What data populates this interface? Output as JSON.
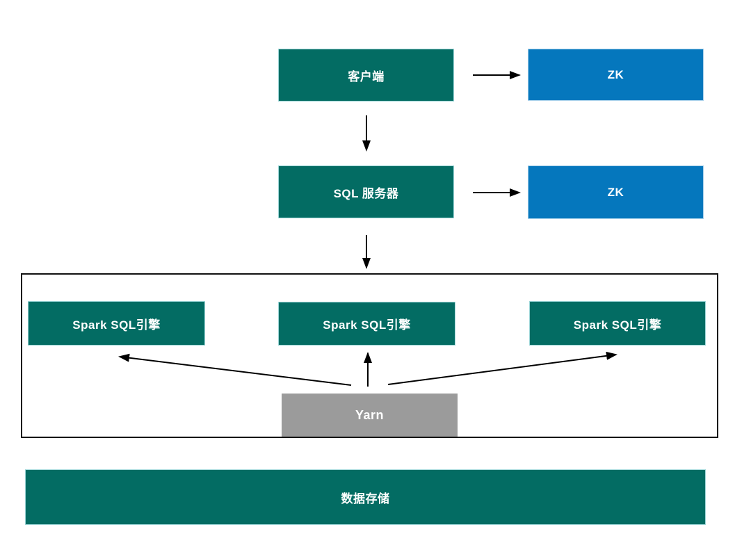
{
  "diagram": {
    "nodes": {
      "client": {
        "label": "客户端",
        "color": "#036c63"
      },
      "zk_top": {
        "label": "ZK",
        "color": "#0577bd"
      },
      "sql_server": {
        "label": "SQL 服务器",
        "color": "#036c63"
      },
      "zk_middle": {
        "label": "ZK",
        "color": "#0577bd"
      },
      "spark_engine_1": {
        "label": "Spark SQL引擎",
        "color": "#036c63"
      },
      "spark_engine_2": {
        "label": "Spark SQL引擎",
        "color": "#036c63"
      },
      "spark_engine_3": {
        "label": "Spark SQL引擎",
        "color": "#036c63"
      },
      "yarn": {
        "label": "Yarn",
        "color": "#9b9b9b"
      },
      "data_storage": {
        "label": "数据存储",
        "color": "#036c63"
      }
    },
    "edges": [
      {
        "from": "client",
        "to": "zk_top"
      },
      {
        "from": "client",
        "to": "sql_server"
      },
      {
        "from": "sql_server",
        "to": "zk_middle"
      },
      {
        "from": "sql_server",
        "to": "engine_cluster"
      },
      {
        "from": "yarn",
        "to": "spark_engine_1"
      },
      {
        "from": "yarn",
        "to": "spark_engine_2"
      },
      {
        "from": "yarn",
        "to": "spark_engine_3"
      }
    ],
    "colors": {
      "teal": "#036c63",
      "blue": "#0577bd",
      "gray": "#9b9b9b",
      "arrow": "#000000",
      "frame_border": "#111111",
      "background": "#ffffff",
      "text": "#ffffff"
    }
  }
}
